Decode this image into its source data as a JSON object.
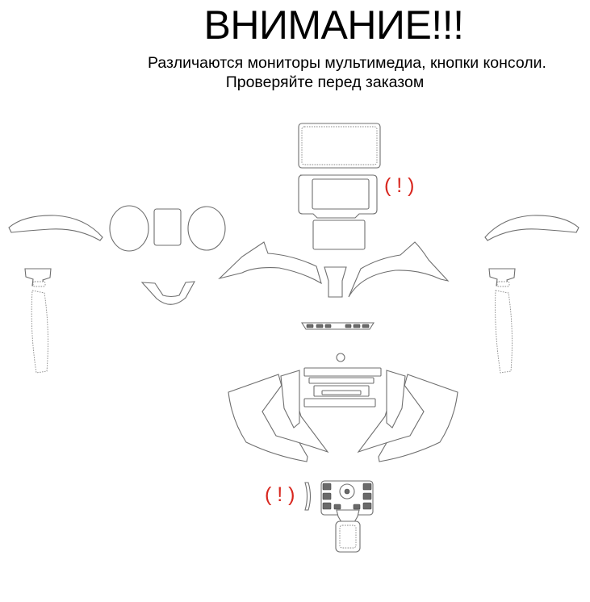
{
  "header": {
    "title": "ВНИМАНИЕ!!!",
    "line1": "Различаются мониторы мультимедиа, кнопки консоли.",
    "line2": "Проверяйте перед заказом"
  },
  "notes": {
    "monitor_marker": "( ! )",
    "console_marker": "( ! )"
  },
  "colors": {
    "outline": "#6f6f6f",
    "warning_marker": "#d8261e"
  }
}
